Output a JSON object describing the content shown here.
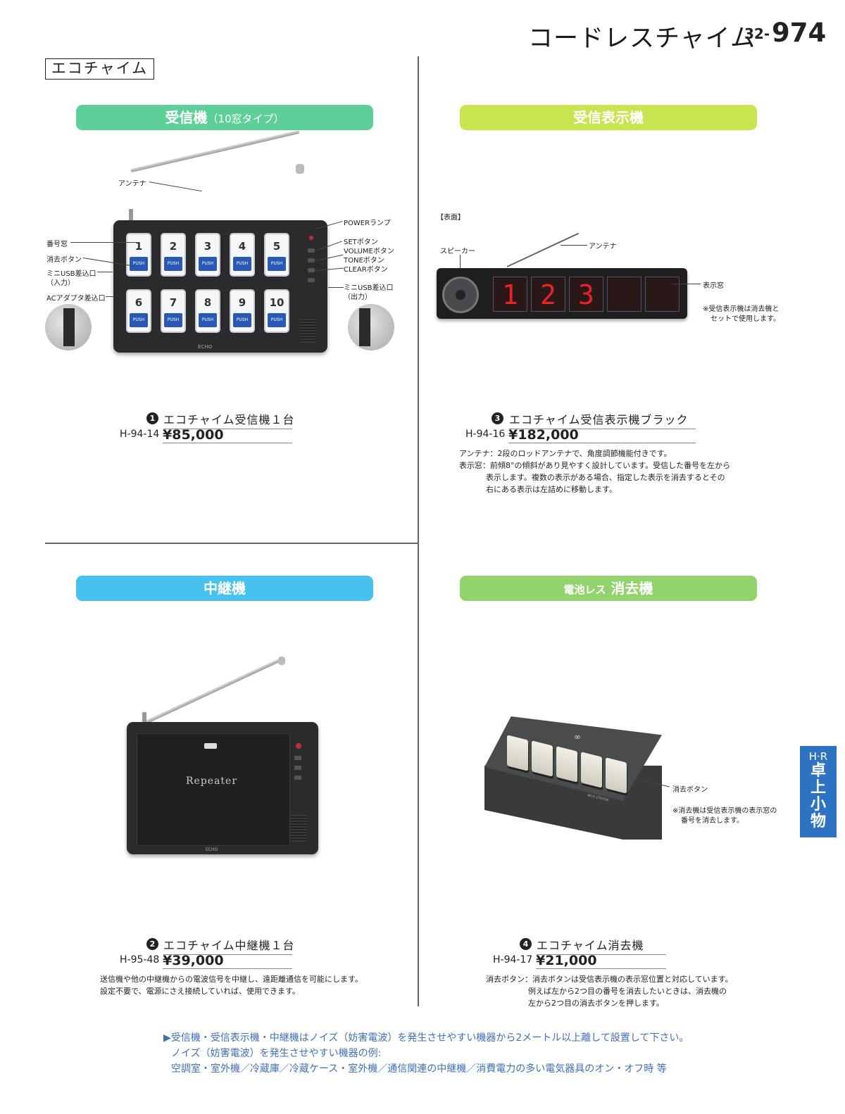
{
  "header": {
    "title": "コードレスチャイム",
    "page_prefix": "32-",
    "page_number": "974"
  },
  "series_label": "エコチャイム",
  "side_tab": {
    "brand": "H·R",
    "category": "卓上小物"
  },
  "sections": {
    "receiver": {
      "bar_main": "受信機",
      "bar_sub": "（10窓タイプ）"
    },
    "display": {
      "bar_main": "受信表示機"
    },
    "repeater": {
      "bar_main": "中継機"
    },
    "eraser": {
      "bar_pre": "電池レス",
      "bar_main": "消去機"
    }
  },
  "receiver_labels": {
    "antenna": "アンテナ",
    "number_window": "番号窓",
    "erase_button": "消去ボタン",
    "mini_usb_in_1": "ミニUSB差込口",
    "mini_usb_in_2": "（入力）",
    "ac_adapter": "ACアダプタ差込口",
    "power_lamp": "POWERランプ",
    "set_button": "SETボタン",
    "volume_button": "VOLUMEボタン",
    "tone_button": "TONEボタン",
    "clear_button": "CLEARボタン",
    "mini_usb_out_1": "ミニUSB差込口",
    "mini_usb_out_2": "（出力）",
    "brand_text": "ECHO",
    "keys": [
      "1",
      "2",
      "3",
      "4",
      "5",
      "6",
      "7",
      "8",
      "9",
      "10"
    ],
    "push_text": "PUSH"
  },
  "display_labels": {
    "front": "【表面】",
    "antenna": "アンテナ",
    "speaker": "スピーカー",
    "window": "表示窓",
    "note_1": "※受信表示機は消去機と",
    "note_2": "セットで使用します。",
    "digits": [
      "1",
      "2",
      "3"
    ]
  },
  "repeater_labels": {
    "device_text": "Repeater",
    "brand_text": "ECHO"
  },
  "eraser_labels": {
    "erase_button": "消去ボタン",
    "note_1": "※消去機は受信表示機の表示窓の",
    "note_2": "番号を消去します。",
    "logo_text": "eco chime"
  },
  "products": [
    {
      "num": "1",
      "name": "エコチャイム受信機１台",
      "code": "H-94-14",
      "price": "¥85,000"
    },
    {
      "num": "3",
      "name": "エコチャイム受信表示機ブラック",
      "code": "H-94-16",
      "price": "¥182,000"
    },
    {
      "num": "2",
      "name": "エコチャイム中継機１台",
      "code": "H-95-48",
      "price": "¥39,000"
    },
    {
      "num": "4",
      "name": "エコチャイム消去機",
      "code": "H-94-17",
      "price": "¥21,000"
    }
  ],
  "descriptions": {
    "display": [
      "アンテナ：2段のロッドアンテナで、角度調節機能付きです。",
      "表示窓：前傾8°の傾斜があり見やすく設計しています。受信した番号を左から",
      "表示します。複数の表示がある場合、指定した表示を消去するとその",
      "右にある表示は左詰めに移動します。"
    ],
    "repeater": [
      "送信機や他の中継機からの電波信号を中継し、遠距離通信を可能にします。",
      "設定不要で、電源にさえ接続していれば、使用できます。"
    ],
    "eraser": [
      "消去ボタン：消去ボタンは受信表示機の表示窓位置と対応しています。",
      "例えば左から2つ目の番号を消去したいときは、消去機の",
      "左から2つ目の消去ボタンを押します。"
    ]
  },
  "footer": [
    "▶受信機・受信表示機・中継機はノイズ（妨害電波）を発生させやすい機器から2メートル以上離して設置して下さい。",
    "ノイズ（妨害電波）を発生させやすい機器の例:",
    "空調室・室外機／冷蔵庫／冷蔵ケース・室外機／通信関連の中継機／消費電力の多い電気器具のオン・オフ時 等"
  ],
  "colors": {
    "bar_green": "#5ecf98",
    "bar_lime": "#c8e44f",
    "bar_blue": "#48c1ee",
    "bar_lightgreen": "#93d36e",
    "led_red": "#e8232a",
    "push_blue": "#2a59b5",
    "tab_blue": "#2d73c2",
    "footer_blue": "#3f6fb5"
  }
}
